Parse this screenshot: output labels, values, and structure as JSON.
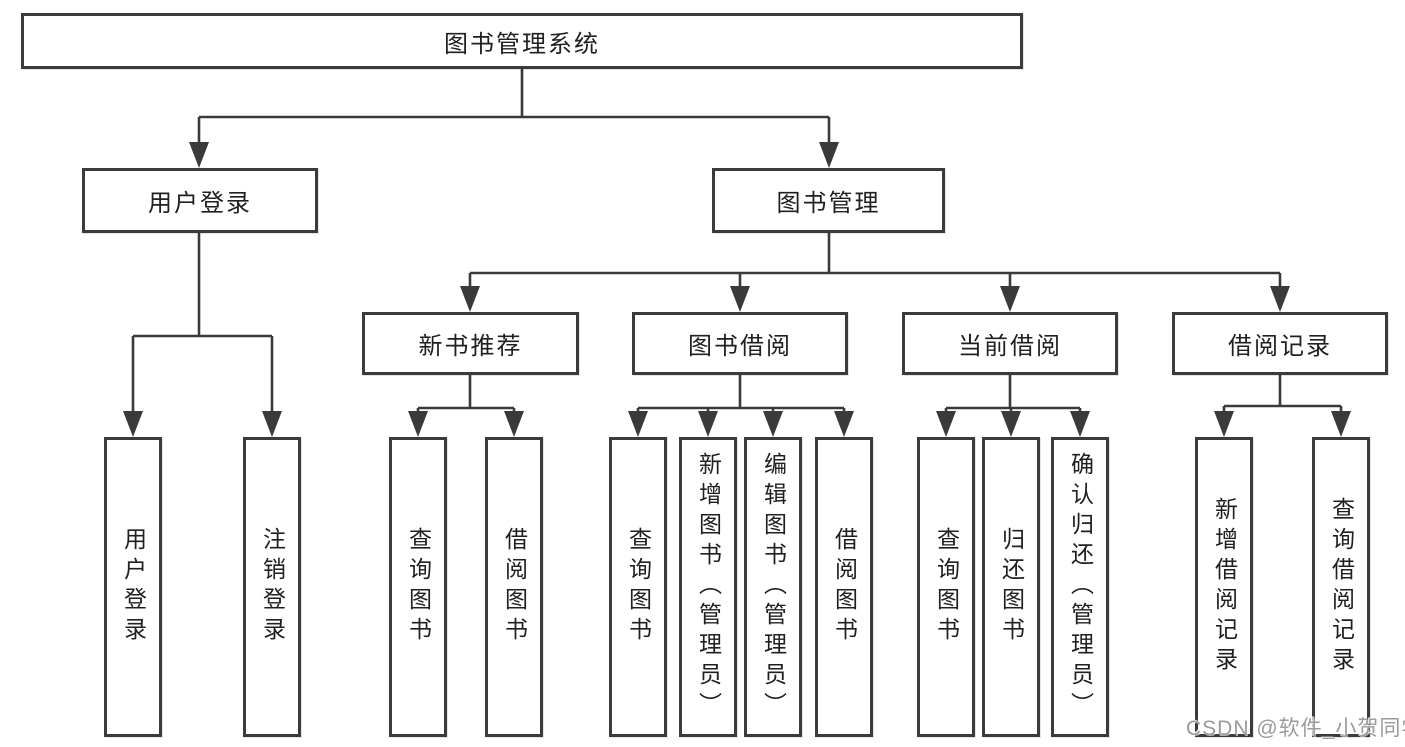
{
  "colors": {
    "line": "#3a3a3a",
    "box_border": "#3b3b3b",
    "text": "#202020",
    "watermark": "#9b9b9b",
    "background": "#ffffff"
  },
  "tree": {
    "root": "图书管理系统",
    "branches": [
      {
        "label": "用户登录",
        "children": [
          "用户登录",
          "注销登录"
        ]
      },
      {
        "label": "图书管理",
        "groups": [
          {
            "label": "新书推荐",
            "children": [
              "查询图书",
              "借阅图书"
            ]
          },
          {
            "label": "图书借阅",
            "children": [
              "查询图书",
              "新增图书（管理员）",
              "编辑图书（管理员）",
              "借阅图书"
            ]
          },
          {
            "label": "当前借阅",
            "children": [
              "查询图书",
              "归还图书",
              "确认归还（管理员）"
            ]
          },
          {
            "label": "借阅记录",
            "children": [
              "新增借阅记录",
              "查询借阅记录"
            ]
          }
        ]
      }
    ]
  },
  "watermark": {
    "text": "CSDN @软件_小贺同学"
  }
}
